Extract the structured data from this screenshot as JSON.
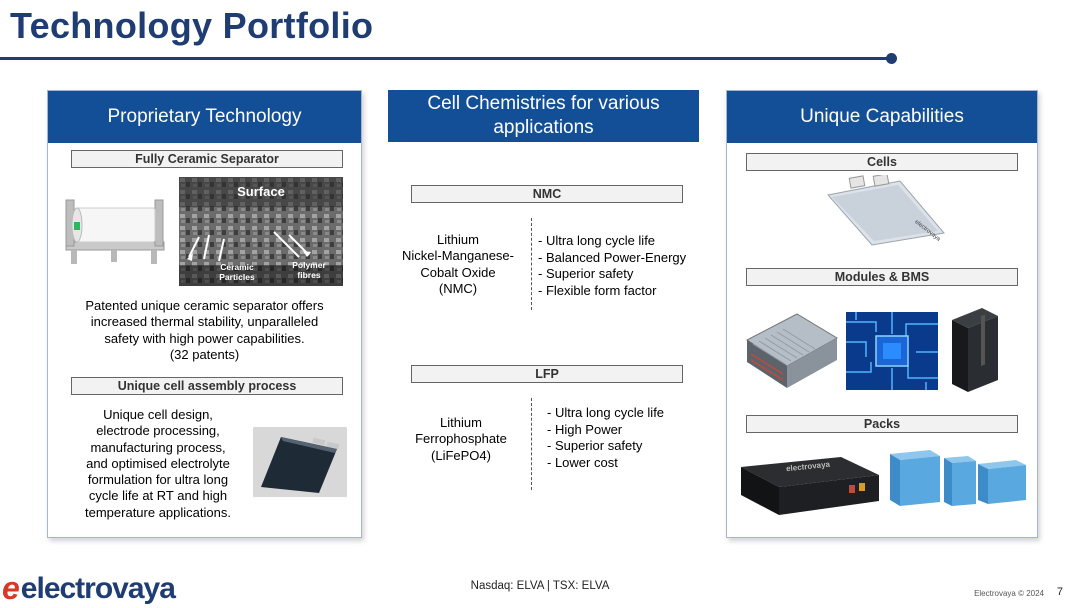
{
  "title": "Technology Portfolio",
  "left_panel": {
    "header": "Proprietary Technology",
    "label1": "Fully Ceramic Separator",
    "micro_title": "Surface",
    "micro_label1": "Ceramic Particles",
    "micro_label2": "Polymer fibres",
    "separator_text": [
      "Patented unique ceramic separator offers",
      "increased thermal stability, unparalleled",
      "safety with high power capabilities.",
      "(32 patents)"
    ],
    "label2": "Unique cell assembly process",
    "assembly_text": [
      "Unique cell design,",
      "electrode processing,",
      "manufacturing process,",
      "and optimised electrolyte",
      "formulation for ultra long",
      "cycle life at RT and high",
      "temperature applications."
    ]
  },
  "middle_panel": {
    "header_line1": "Cell Chemistries for various",
    "header_line2": "applications",
    "nmc": {
      "label": "NMC",
      "name": [
        "Lithium",
        "Nickel-Manganese-",
        "Cobalt Oxide",
        "(NMC)"
      ],
      "features": [
        "- Ultra long cycle life",
        "- Balanced Power-Energy",
        "- Superior safety",
        "- Flexible form factor"
      ]
    },
    "lfp": {
      "label": "LFP",
      "name": [
        "Lithium",
        "Ferrophosphate",
        "(LiFePO4)"
      ],
      "features": [
        "- Ultra long cycle life",
        "- High Power",
        "- Superior safety",
        "- Lower cost"
      ]
    }
  },
  "right_panel": {
    "header": "Unique Capabilities",
    "cells_label": "Cells",
    "modules_label": "Modules & BMS",
    "packs_label": "Packs",
    "brand_mark": "electrovaya"
  },
  "footer": {
    "center": "Nasdaq: ELVA | TSX: ELVA",
    "copyright": "Electrovaya © 2024",
    "page": "7",
    "logo_e": "e",
    "logo_text": "electrovaya"
  },
  "colors": {
    "brand_blue": "#124f97",
    "title_blue": "#1f3c73",
    "logo_red": "#d63a26"
  }
}
